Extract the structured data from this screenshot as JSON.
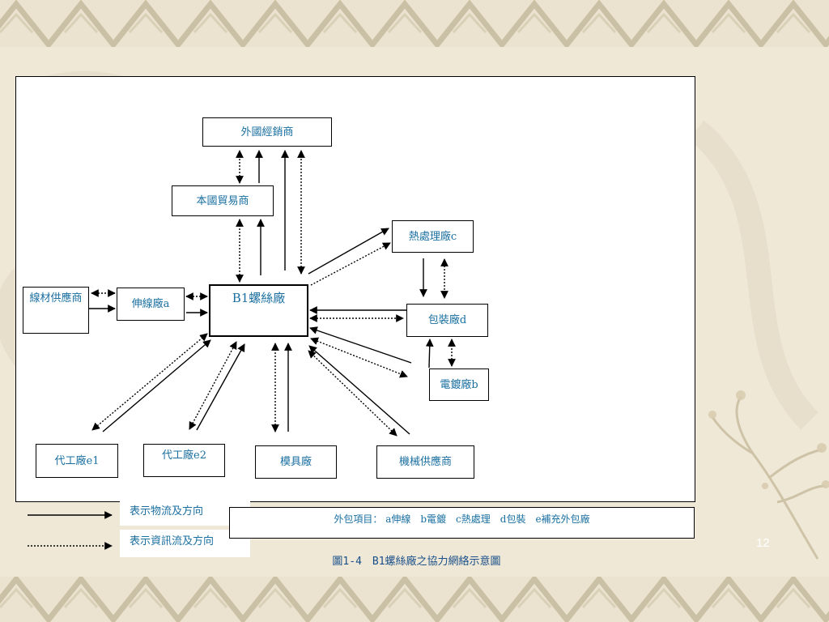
{
  "nodes": {
    "foreign_dealer": "外國經銷商",
    "domestic_trader": "本國貿易商",
    "heat_treatment": "熱處理廠c",
    "wire_supplier": "線材供應商",
    "wire_drawing": "伸線廠a",
    "b1_factory": "B1螺絲廠",
    "packaging": "包裝廠d",
    "plating": "電鍍廠b",
    "oem_e1": "代工廠e1",
    "oem_e2": "代工廠e2",
    "mold_factory": "模具廠",
    "machinery_supplier": "機械供應商"
  },
  "legend": {
    "material_flow": "表示物流及方向",
    "info_flow": "表示資訊流及方向"
  },
  "outsource_items": "外包項目： a伸線　b電鍍　c熱處理　d包裝　e補充外包廠",
  "caption": "圖1-4　B1螺絲廠之協力網絡示意圖",
  "page_number": "12",
  "colors": {
    "label_text": "#1a6fa0",
    "background": "#efe8d6",
    "band_pattern": "#c9c0a6"
  }
}
